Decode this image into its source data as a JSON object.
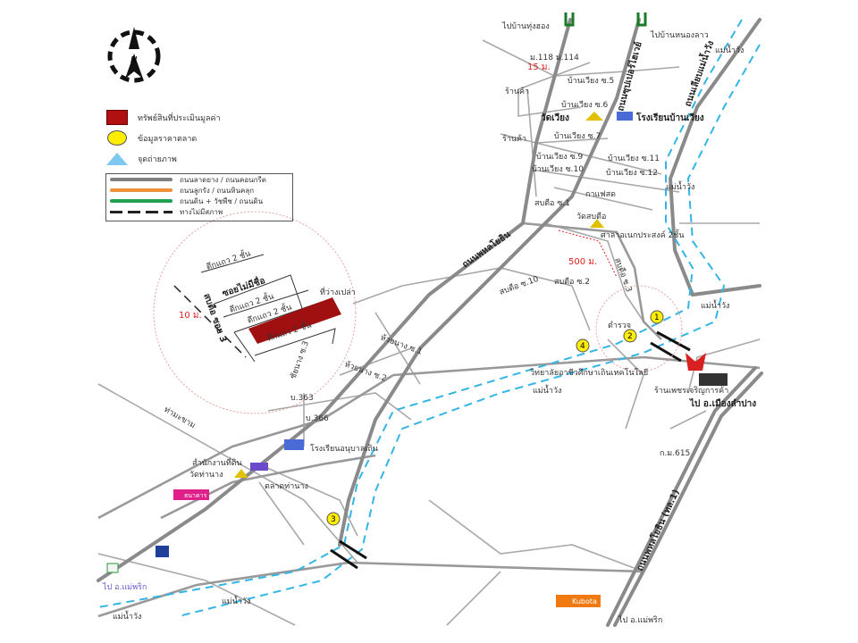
{
  "legend": {
    "items": [
      {
        "label": "ทรัพย์สินที่ประเมินมูลค่า",
        "icon": "property-square",
        "color": "#b01010"
      },
      {
        "label": "ข้อมูลราคาตลาด",
        "icon": "yellow-circle",
        "color": "#ffee00"
      },
      {
        "label": "จุดถ่ายภาพ",
        "icon": "camera-point",
        "color": "#7ec8f0"
      }
    ],
    "roads": [
      {
        "label": "ถนนลาดยาง / ถนนคอนกรีต",
        "color": "#808080"
      },
      {
        "label": "ถนนลูกรัง / ถนนหินคลุก",
        "color": "#f0903a"
      },
      {
        "label": "ถนนดิน + วัชพืช / ถนนดิน",
        "color": "#20a050"
      },
      {
        "label": "ทางไม่มีสภาพ",
        "color": "#222222"
      }
    ],
    "compass_letter": "N"
  },
  "labels": {
    "to_ban_thung": "ไปบ้านทุ่งฮอง",
    "to_ban_nong": "ไปบ้านหนองลาว",
    "mae_wang_1": "แม่น้ำวัง",
    "mae_wang_2": "แม่น้ำวัง",
    "mae_wang_3": "แม่น้ำวัง",
    "mae_wang_4": "แม่น้ำวัง",
    "mae_wang_5": "แม่น้ำวัง",
    "mae_wang_6": "แม่น้ำวัง",
    "m118": "ม.118 ม.114",
    "dist15": "15 ม.",
    "shop1": "ร้านค้า",
    "shop2": "ร้านค้า",
    "wat_wiang": "วัดเวียง",
    "school_wiang": "โรงเรียนบ้านเวียง",
    "soi5": "บ้านเวียง ซ.5",
    "soi6": "บ้านเวียง ซ.6",
    "soi7": "บ้านเวียง ซ.7",
    "soi9": "บ้านเวียง ซ.9",
    "soi10": "บ้านเวียง ซ.10",
    "soi11": "บ้านเวียง ซ.11",
    "soi12": "บ้านเวียง ซ.12",
    "wat_sop": "วัดสบตือ",
    "sopteu1": "สบตือ ซ.1",
    "sopteu2": "สบตือ ซ.2",
    "sopteu3": "สบตือ ซ.3",
    "cafe": "กาแฟสด",
    "sala": "ศาลาอเนกประสงค์ 2ชั้น",
    "dist500": "500 ม.",
    "road_main": "ถนนพหลโยธิน",
    "road_super": "ถนนซุปเปอร์ไฮเวย์",
    "road_river": "ถนนเลียบแม่น้ำวัง",
    "soi10b": "สบตือ ซ.10",
    "huai1": "ห้วยนาง ซ.1",
    "huai2": "ห้วยนาง ซ.2",
    "chaibanke": "ชัยนาง ซ.3",
    "m363": "บ.363",
    "m366": "บ.366",
    "school_anuban": "โรงเรียนอนุบาลเถิน",
    "land_office": "สำนักงานที่ดิน",
    "wat_tha": "วัดท่านาง",
    "market": "ตลาดท่านาง",
    "thung_road": "ท่ามะขาม",
    "college": "วิทยาลัยอาชีวศึกษาเถินเทคโนโลยี",
    "shop_weld": "ร้านเพชรเจริญการค้า",
    "to_mueang": "ไป อ.เมืองลำปาง",
    "km": "ก.ม.615",
    "highway_name": "ถนนพหลโยธิน (ทล.1)",
    "to_mae_phrik_left": "ไป อ.แม่พริก",
    "to_mae_phrik_bottom": "ไป อ.แม่พริก",
    "kubota": "Kubota",
    "police": "ตำรวจ",
    "bank": "ธนาคาร"
  },
  "inset": {
    "row1": "ตึกแถว 2 ชั้น",
    "soi_name": "ซอยไม่มีชื่อ",
    "row2": "ตึกแถว 2 ชั้น",
    "row3": "ตึกแถว 2 ชั้น",
    "row4": "ตึกแถว 2 ชั้น",
    "vacant": "ที่ว่างเปล่า",
    "soi3": "สบตือ ซอย 3",
    "dist": "10 ม."
  },
  "market_points": [
    "1",
    "2",
    "3",
    "4"
  ]
}
